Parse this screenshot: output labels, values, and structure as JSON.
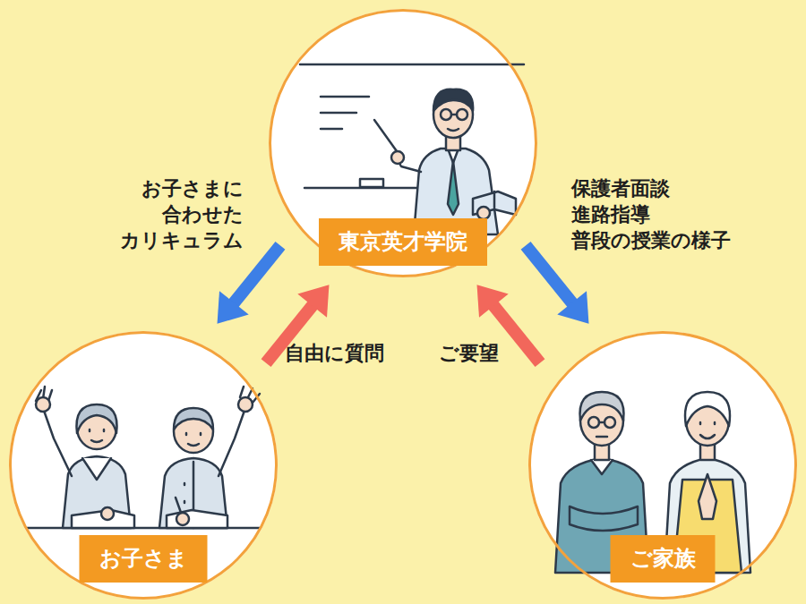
{
  "diagram": {
    "nodes": [
      {
        "text": [
          "東京英才学院"
        ]
      },
      {
        "text": [
          "お子さま"
        ]
      },
      {
        "text": [
          "ご家族"
        ]
      }
    ],
    "edges": [
      {
        "from": 0,
        "to": 1,
        "arrow": "to",
        "label": "お子さまに 合わせた カリキュラム"
      },
      {
        "from": 1,
        "to": 0,
        "arrow": "to",
        "label": "自由に質問"
      },
      {
        "from": 0,
        "to": 2,
        "arrow": "to",
        "label": "保護者面談 進路指導 普段の授業の様子"
      },
      {
        "from": 2,
        "to": 0,
        "arrow": "to",
        "label": "ご要望"
      }
    ]
  }
}
